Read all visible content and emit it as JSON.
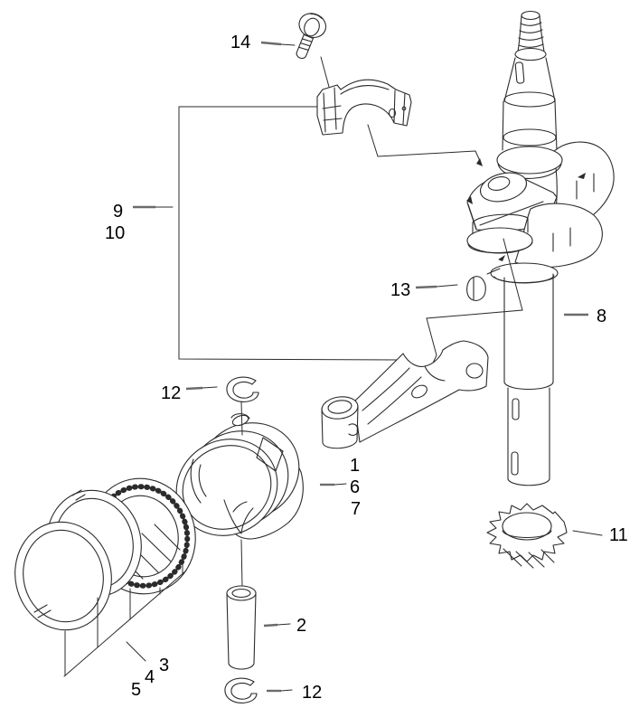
{
  "page": {
    "background": "#ffffff",
    "line_color": "#2b2b2b",
    "leader_dash_color": "#6b6b6b",
    "label_color": "#000000"
  },
  "callouts": {
    "bolt": "14",
    "cap_upper": "9",
    "cap_lower": "10",
    "key": "13",
    "crankshaft": "8",
    "ring_top": "12",
    "rod_a": "1",
    "rod_b": "6",
    "rod_c": "7",
    "piston_pin": "2",
    "ring_bottom": "12",
    "comp_ring_a": "3",
    "comp_ring_b": "4",
    "oil_ring": "5",
    "gear": "11"
  }
}
